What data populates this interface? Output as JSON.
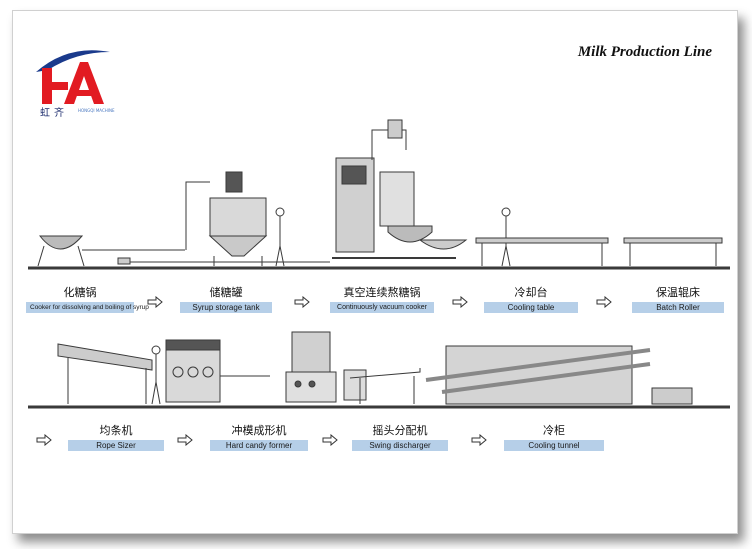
{
  "title": "Milk Production Line",
  "logo": {
    "chinese": "虹齐",
    "subtitle": "HONGQI MACHINE"
  },
  "colors": {
    "logo_red": "#e21b22",
    "logo_blue": "#1a3a8c",
    "label_bg": "#b6cfe8",
    "line": "#3a3a3a"
  },
  "row1": [
    {
      "cn": "化糖锅",
      "en": "Cooker for dissolving and boiling of syrup"
    },
    {
      "cn": "储糖罐",
      "en": "Syrup storage tank"
    },
    {
      "cn": "真空连续熬糖锅",
      "en": "Continuously vacuum cooker"
    },
    {
      "cn": "冷却台",
      "en": "Cooling table"
    },
    {
      "cn": "保温辊床",
      "en": "Batch Roller"
    }
  ],
  "row2": [
    {
      "cn": "均条机",
      "en": "Rope Sizer"
    },
    {
      "cn": "冲模成形机",
      "en": "Hard candy former"
    },
    {
      "cn": "摇头分配机",
      "en": "Swing discharger"
    },
    {
      "cn": "冷柜",
      "en": "Cooling tunnel"
    }
  ],
  "arrow_icon": "right-arrow-icon"
}
